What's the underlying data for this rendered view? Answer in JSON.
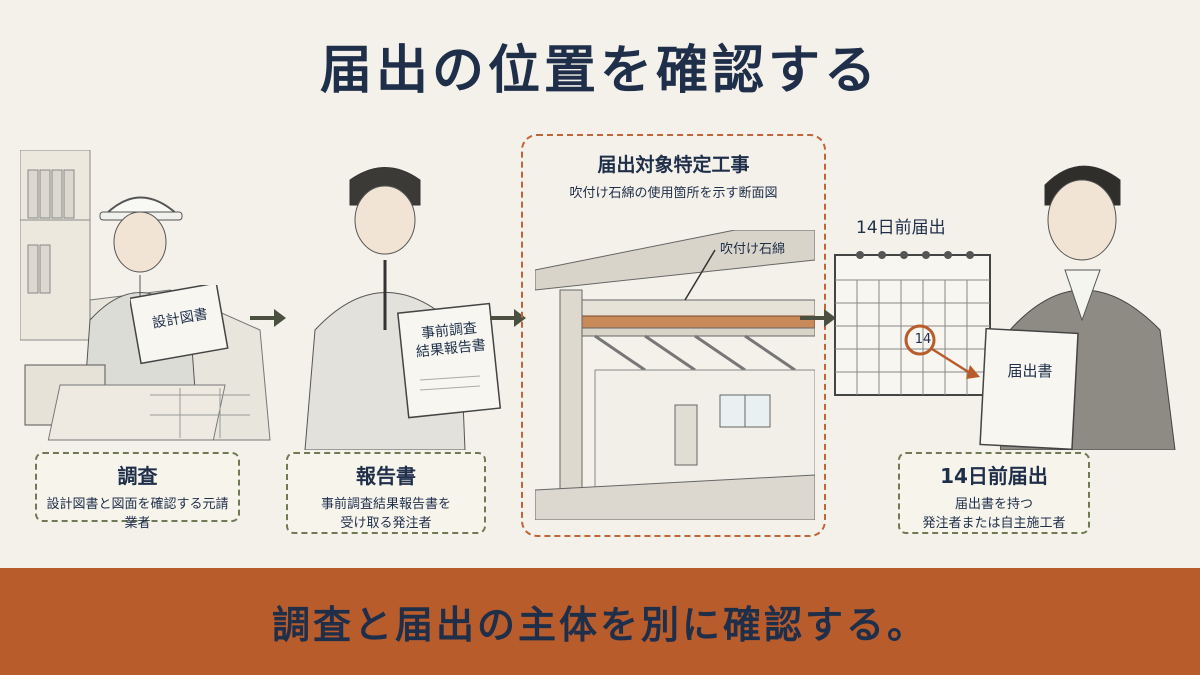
{
  "title": "届出の位置を確認する",
  "steps": [
    {
      "title": "調査",
      "description": "設計図書と図面を確認する元請業者",
      "doc_label": "設計図書"
    },
    {
      "title": "報告書",
      "description": "事前調査結果報告書を\n受け取る発注者",
      "doc_label": "事前調査\n結果報告書"
    },
    {
      "title": "届出対象特定工事",
      "description": "吹付け石綿の使用箇所を示す断面図",
      "callout": "吹付け石綿"
    },
    {
      "title": "14日前届出",
      "description": "届出書を持つ\n発注者または自主施工者",
      "calendar_label": "14日前届出",
      "calendar_day": "14",
      "doc_label": "届出書"
    }
  ],
  "banner": "調査と届出の主体を別に確認する。",
  "colors": {
    "accent": "#b85c2c",
    "navy": "#1f2f4a",
    "olive": "#6f7a55",
    "background": "#f4f1ea"
  }
}
